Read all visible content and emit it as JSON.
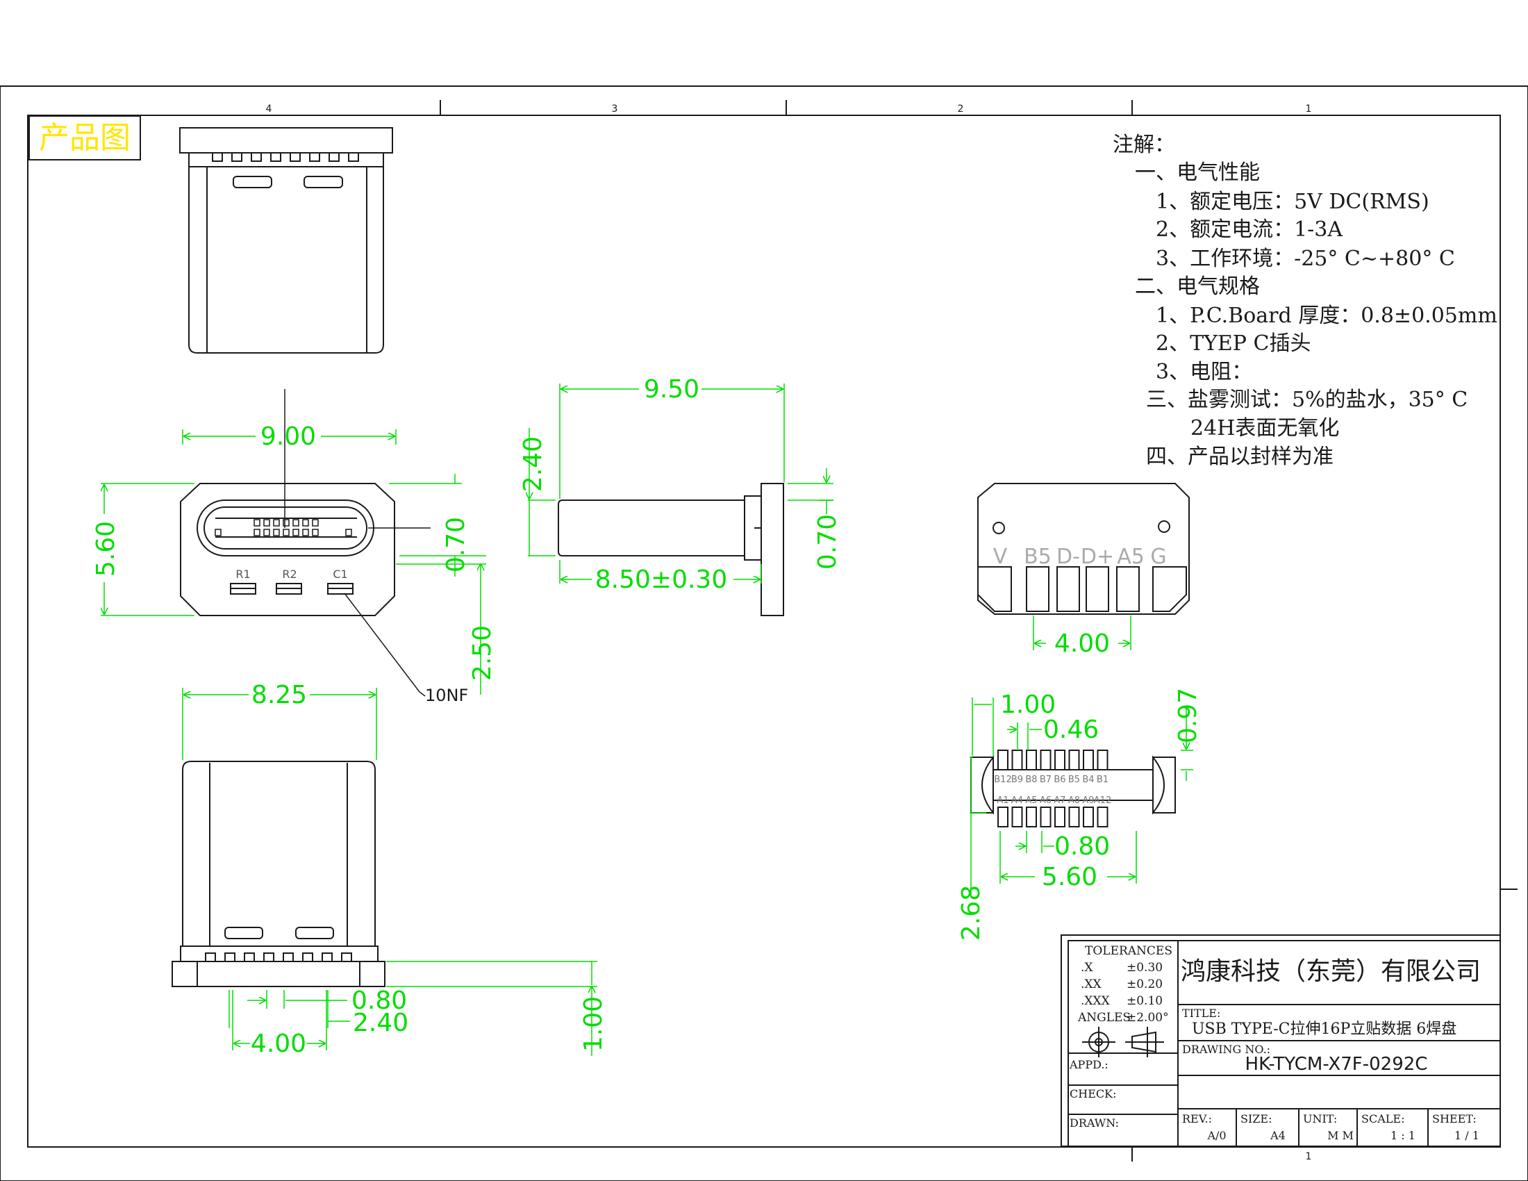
{
  "zones": [
    "4",
    "3",
    "2",
    "1"
  ],
  "zone_bottom": "1",
  "corner_label": "产品图",
  "notes": {
    "heading": "注解：",
    "lines": [
      "一、电气性能",
      "1、额定电压：5V DC(RMS)",
      "2、额定电流：1-3A",
      "3、工作环境：-25° C~+80° C",
      "二、电气规格",
      "1、P.C.Board 厚度：0.8±0.05mm",
      "2、TYEP C插头",
      "3、电阻：",
      "三、盐雾测试：5%的盐水，35° C",
      "24H表面无氧化",
      "四、产品以封样为准"
    ]
  },
  "front_view": {
    "components": [
      "R1",
      "R2",
      "C1"
    ],
    "callout": "10NF",
    "dims": {
      "width": "9.00",
      "height": "5.60",
      "opening": "0.70",
      "depth": "2.50"
    }
  },
  "side_view": {
    "dims": {
      "length": "9.50",
      "diameter": "2.40",
      "body": "8.50±0.30",
      "flange": "0.70"
    }
  },
  "bottom_view": {
    "dims": {
      "width": "8.25",
      "pitch": "0.80",
      "span": "2.40",
      "pad_span": "4.00",
      "height": "1.00"
    }
  },
  "pin_view": {
    "pins": [
      "V",
      "B5",
      "D-",
      "D+",
      "A5",
      "G"
    ],
    "dims": {
      "pitch": "4.00"
    }
  },
  "footprint": {
    "top_row": [
      "B12",
      "B9",
      "B8",
      "B7",
      "B6",
      "B5",
      "B4",
      "B1"
    ],
    "bottom_row": [
      "A1",
      "A4",
      "A5",
      "A6",
      "A7",
      "A8",
      "A9",
      "A12"
    ],
    "dims": {
      "width": "1.00",
      "pad": "0.46",
      "height": "0.97",
      "pitch": "0.80",
      "span": "5.60",
      "total": "2.68"
    }
  },
  "title_block": {
    "tolerances_label": "TOLERANCES",
    "tolerances": [
      {
        "key": ".X",
        "val": "±0.30"
      },
      {
        "key": ".XX",
        "val": "±0.20"
      },
      {
        "key": ".XXX",
        "val": "±0.10"
      },
      {
        "key": "ANGLES",
        "val": "±2.00°"
      }
    ],
    "company": "鸿康科技（东莞）有限公司",
    "title_label": "TITLE:",
    "title": "USB TYPE-C拉伸16P立贴数据 6焊盘",
    "drawing_no_label": "DRAWING NO.:",
    "drawing_no": "HK-TYCM-X7F-0292C",
    "appd_label": "APPD.:",
    "check_label": "CHECK:",
    "drawn_label": "DRAWN:",
    "rev_label": "REV.:",
    "rev": "A/0",
    "size_label": "SIZE:",
    "size": "A4",
    "unit_label": "UNIT:",
    "unit": "M M",
    "scale_label": "SCALE:",
    "scale": "1 : 1",
    "sheet_label": "SHEET:",
    "sheet": "1 / 1"
  },
  "colors": {
    "line": "#1a1a1a",
    "dimension": "#00dd00",
    "label": "#ffe600"
  }
}
